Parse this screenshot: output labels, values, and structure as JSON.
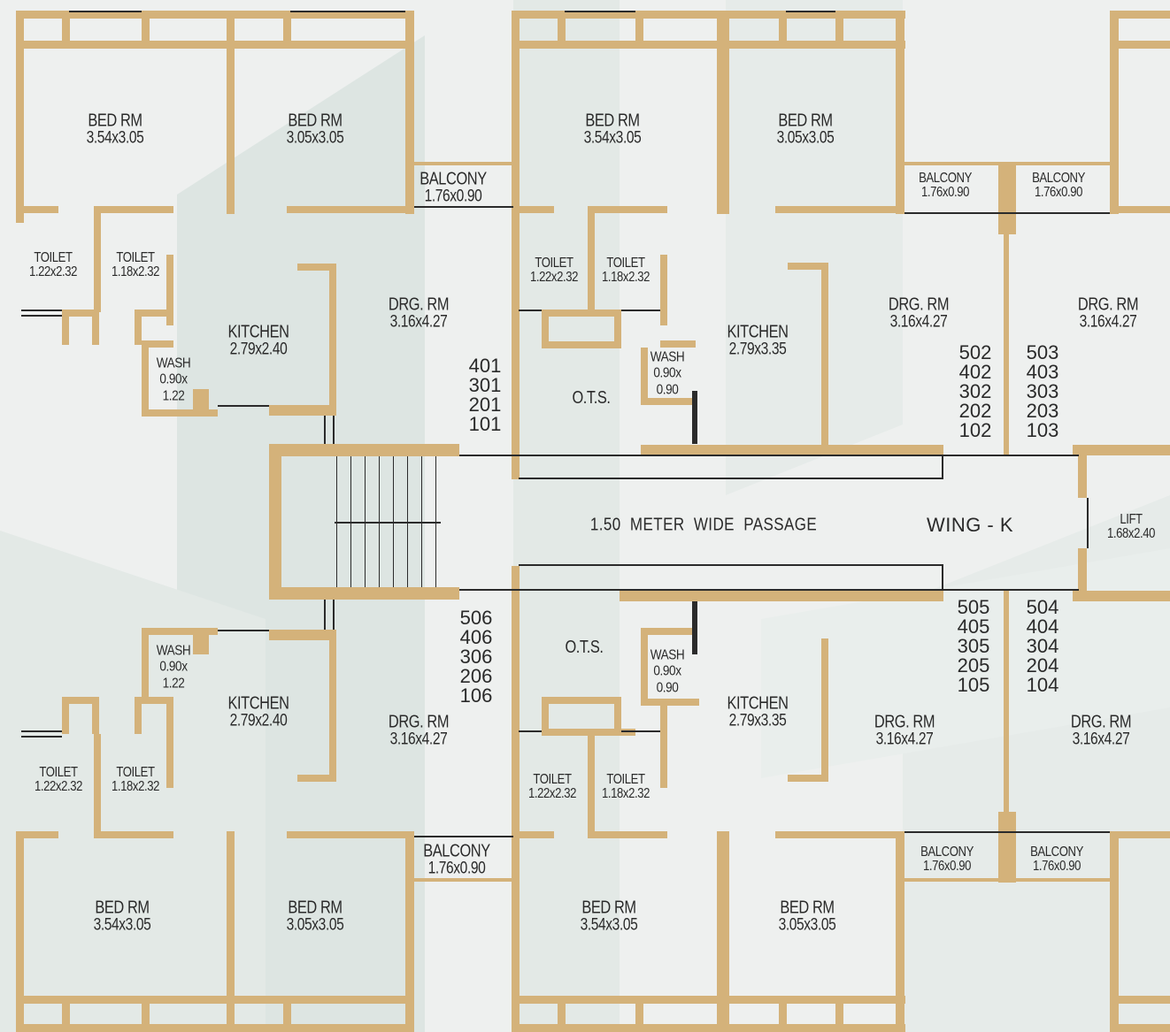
{
  "rooms": [
    {
      "id": "r1",
      "name": "BED RM",
      "dims": "3.54x3.05"
    },
    {
      "id": "r2",
      "name": "BED RM",
      "dims": "3.05x3.05"
    },
    {
      "id": "r3",
      "name": "BALCONY",
      "dims": "1.76x0.90"
    },
    {
      "id": "r4",
      "name": "BED RM",
      "dims": "3.54x3.05"
    },
    {
      "id": "r5",
      "name": "BED RM",
      "dims": "3.05x3.05"
    },
    {
      "id": "r6",
      "name": "BALCONY",
      "dims": "1.76x0.90"
    },
    {
      "id": "r7",
      "name": "BALCONY",
      "dims": "1.76x0.90"
    },
    {
      "id": "r8",
      "name": "TOILET",
      "dims": "1.22x2.32"
    },
    {
      "id": "r9",
      "name": "TOILET",
      "dims": "1.18x2.32"
    },
    {
      "id": "r10",
      "name": "KITCHEN",
      "dims": "2.79x2.40"
    },
    {
      "id": "r11",
      "name": "WASH",
      "dims": "0.90x",
      "dims2": "1.22"
    },
    {
      "id": "r12",
      "name": "DRG. RM",
      "dims": "3.16x4.27"
    },
    {
      "id": "r13",
      "name": "TOILET",
      "dims": "1.22x2.32"
    },
    {
      "id": "r14",
      "name": "TOILET",
      "dims": "1.18x2.32"
    },
    {
      "id": "r15",
      "name": "KITCHEN",
      "dims": "2.79x3.35"
    },
    {
      "id": "r16",
      "name": "WASH",
      "dims": "0.90x",
      "dims2": "0.90"
    },
    {
      "id": "r17",
      "name": "O.T.S.",
      "dims": ""
    },
    {
      "id": "r18",
      "name": "DRG. RM",
      "dims": "3.16x4.27"
    },
    {
      "id": "r19",
      "name": "DRG. RM",
      "dims": "3.16x4.27"
    },
    {
      "id": "r20",
      "name": "LIFT",
      "dims": "1.68x2.40"
    },
    {
      "id": "r21",
      "name": "WASH",
      "dims": "0.90x",
      "dims2": "1.22"
    },
    {
      "id": "r22",
      "name": "KITCHEN",
      "dims": "2.79x2.40"
    },
    {
      "id": "r23",
      "name": "DRG. RM",
      "dims": "3.16x4.27"
    },
    {
      "id": "r24",
      "name": "TOILET",
      "dims": "1.22x2.32"
    },
    {
      "id": "r25",
      "name": "TOILET",
      "dims": "1.18x2.32"
    },
    {
      "id": "r26",
      "name": "O.T.S.",
      "dims": ""
    },
    {
      "id": "r27",
      "name": "WASH",
      "dims": "0.90x",
      "dims2": "0.90"
    },
    {
      "id": "r28",
      "name": "KITCHEN",
      "dims": "2.79x3.35"
    },
    {
      "id": "r29",
      "name": "DRG. RM",
      "dims": "3.16x4.27"
    },
    {
      "id": "r30",
      "name": "DRG. RM",
      "dims": "3.16x4.27"
    },
    {
      "id": "r31",
      "name": "TOILET",
      "dims": "1.22x2.32"
    },
    {
      "id": "r32",
      "name": "TOILET",
      "dims": "1.18x2.32"
    },
    {
      "id": "r33",
      "name": "BALCONY",
      "dims": "1.76x0.90"
    },
    {
      "id": "r34",
      "name": "BALCONY",
      "dims": "1.76x0.90"
    },
    {
      "id": "r35",
      "name": "BALCONY",
      "dims": "1.76x0.90"
    },
    {
      "id": "r36",
      "name": "BED RM",
      "dims": "3.54x3.05"
    },
    {
      "id": "r37",
      "name": "BED RM",
      "dims": "3.05x3.05"
    },
    {
      "id": "r38",
      "name": "BED RM",
      "dims": "3.54x3.05"
    },
    {
      "id": "r39",
      "name": "BED RM",
      "dims": "3.05x3.05"
    }
  ],
  "flat_numbers": [
    [
      "401",
      "301",
      "201",
      "101"
    ],
    [
      "502",
      "402",
      "302",
      "202",
      "102"
    ],
    [
      "503",
      "403",
      "303",
      "203",
      "103"
    ],
    [
      "506",
      "406",
      "306",
      "206",
      "106"
    ],
    [
      "505",
      "405",
      "305",
      "205",
      "105"
    ],
    [
      "504",
      "404",
      "304",
      "204",
      "104"
    ]
  ],
  "passage_label": "1.50  METER  WIDE  PASSAGE",
  "wing_label": "WING - K",
  "colors": {
    "wall": "#d4b27a",
    "background": "#eef0ef",
    "watermark": "#dde5e2",
    "line": "#2b2b2b"
  }
}
